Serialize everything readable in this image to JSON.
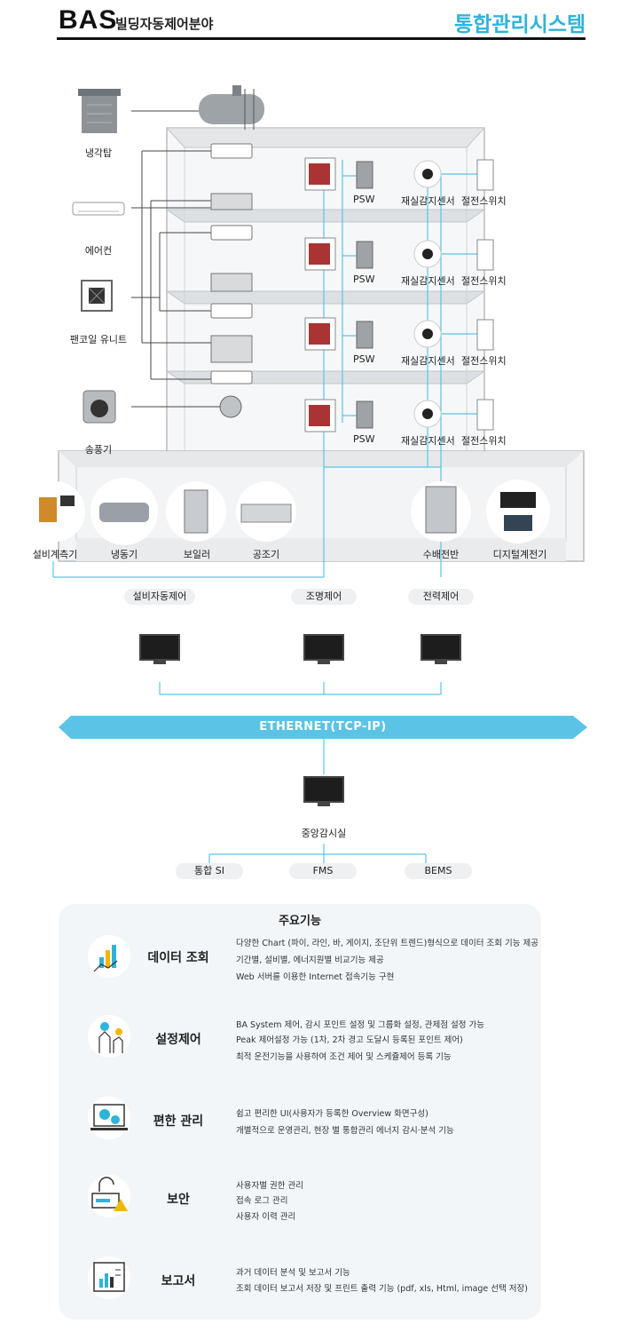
{
  "header": {
    "code": "BAS",
    "subtitle": "빌딩자동제어분야",
    "right_title": "통합관리시스템"
  },
  "left_equipment": [
    {
      "label": "냉각탑",
      "icon": "cooling-tower-icon"
    },
    {
      "label": "에어컨",
      "icon": "air-conditioner-icon"
    },
    {
      "label": "팬코일 유니트",
      "icon": "fan-coil-unit-icon"
    },
    {
      "label": "송풍기",
      "icon": "blower-icon"
    }
  ],
  "floor_labels": {
    "psw": "PSW",
    "occupancy_sensor": "재실감지센서",
    "energy_switch": "절전스위치"
  },
  "basement_equipment": [
    {
      "label": "설비계측기",
      "icon": "meter-icon"
    },
    {
      "label": "냉동기",
      "icon": "chiller-icon"
    },
    {
      "label": "보일러",
      "icon": "boiler-icon"
    },
    {
      "label": "공조기",
      "icon": "ahu-icon"
    },
    {
      "label": "수배전반",
      "icon": "switchboard-icon"
    },
    {
      "label": "디지털계전기",
      "icon": "digital-relay-icon"
    }
  ],
  "control_groups": [
    "설비자동제어",
    "조명제어",
    "전력제어"
  ],
  "network": {
    "label": "ETHERNET(TCP-IP)"
  },
  "central": {
    "label": "중앙감시실"
  },
  "integrations": [
    "통합 SI",
    "FMS",
    "BEMS"
  ],
  "features": {
    "title": "주요기능",
    "items": [
      {
        "name": "데이터 조회",
        "icon": "data-chart-icon",
        "lines": [
          "다양한 Chart (파이, 라인, 바, 게이지, 조단위 트렌드)형식으로 데이터 조회 기능 제공",
          "기간별, 설비별, 에너지원별 비교기능 제공",
          "Web 서버를 이용한 Internet 접속기능 구현"
        ]
      },
      {
        "name": "설정제어",
        "icon": "touch-control-icon",
        "lines": [
          "BA System 제어, 감시 포인트 설정 및 그룹화 설정, 관제점 설정 가능",
          "Peak 제어설정 가능 (1차, 2차 경고 도달시 등록된 포인트 제어)",
          "최적 운전기능을 사용하여 조건 제어 및 스케쥴제어 등록 기능"
        ]
      },
      {
        "name": "편한 관리",
        "icon": "gear-monitor-icon",
        "lines": [
          "쉽고 편리한 UI(사용자가 등록한 Overview 화면구성)",
          "개별적으로 운영관리, 현장 별 통합관리 에너지 감시·분석 기능"
        ]
      },
      {
        "name": "보안",
        "icon": "security-lock-icon",
        "lines": [
          "사용자별 권한 관리",
          "접속 로그 관리",
          "사용자 이력 관리"
        ]
      },
      {
        "name": "보고서",
        "icon": "report-icon",
        "lines": [
          "과거 데이터 분석 및 보고서 기능",
          "조회 데이터 보고서 저장 및 프린트 출력 기능 (pdf, xls, Html, image 선택 저장)"
        ]
      }
    ]
  },
  "colors": {
    "accent": "#2fb3d9",
    "line": "#5bc4e6",
    "dark_line": "#333333"
  }
}
